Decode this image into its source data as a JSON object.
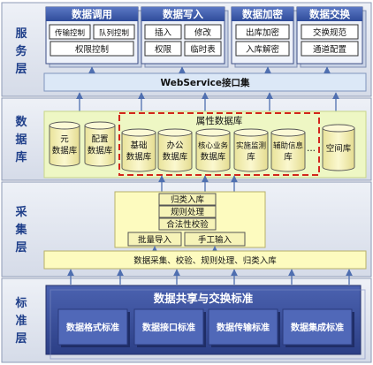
{
  "layers": {
    "service": "服务层",
    "data": "数据库",
    "collect": "采集层",
    "standard": "标准层"
  },
  "service": {
    "groups": [
      {
        "title": "数据调用",
        "items": [
          "传输控制",
          "队列控制",
          "权限控制"
        ]
      },
      {
        "title": "数据写入",
        "items": [
          "插入",
          "修改",
          "权限",
          "临时表"
        ]
      },
      {
        "title": "数据加密",
        "items": [
          "出库加密",
          "入库解密"
        ]
      },
      {
        "title": "数据交换",
        "items": [
          "交换规范",
          "通道配置"
        ]
      }
    ],
    "webservice": "WebService接口集"
  },
  "database": {
    "meta": [
      "元",
      "数据库"
    ],
    "config": [
      "配置",
      "数据库"
    ],
    "attr_title": "属性数据库",
    "attr_dbs": [
      [
        "基础",
        "数据库"
      ],
      [
        "办公",
        "数据库"
      ],
      [
        "核心业务",
        "数据库"
      ],
      [
        "实施监测",
        "库"
      ],
      [
        "辅助信息",
        "库"
      ]
    ],
    "ellipsis": "...",
    "spatial": "空间库"
  },
  "collect": {
    "steps": [
      "归类入库",
      "规则处理",
      "合法性校验"
    ],
    "batch": "批量导入",
    "manual": "手工输入",
    "pipeline": "数据采集、校验、规则处理、归类入库"
  },
  "standard": {
    "title": "数据共享与交换标准",
    "items": [
      "数据格式标准",
      "数据接口标准",
      "数据传输标准",
      "数据集成标准"
    ]
  },
  "colors": {
    "band": "#dfe4ee",
    "band_stroke": "#8d9ab5",
    "service_box": "#dde9f8",
    "db_area": "#eef7c4",
    "cylinder": "#f7f3b8",
    "collect_box": "#fdfbbf",
    "standard_fill": "#3a4e98",
    "standard_box": "#4a63b3",
    "dash_red": "#d3261c",
    "arrow": "#4f6fb0"
  }
}
